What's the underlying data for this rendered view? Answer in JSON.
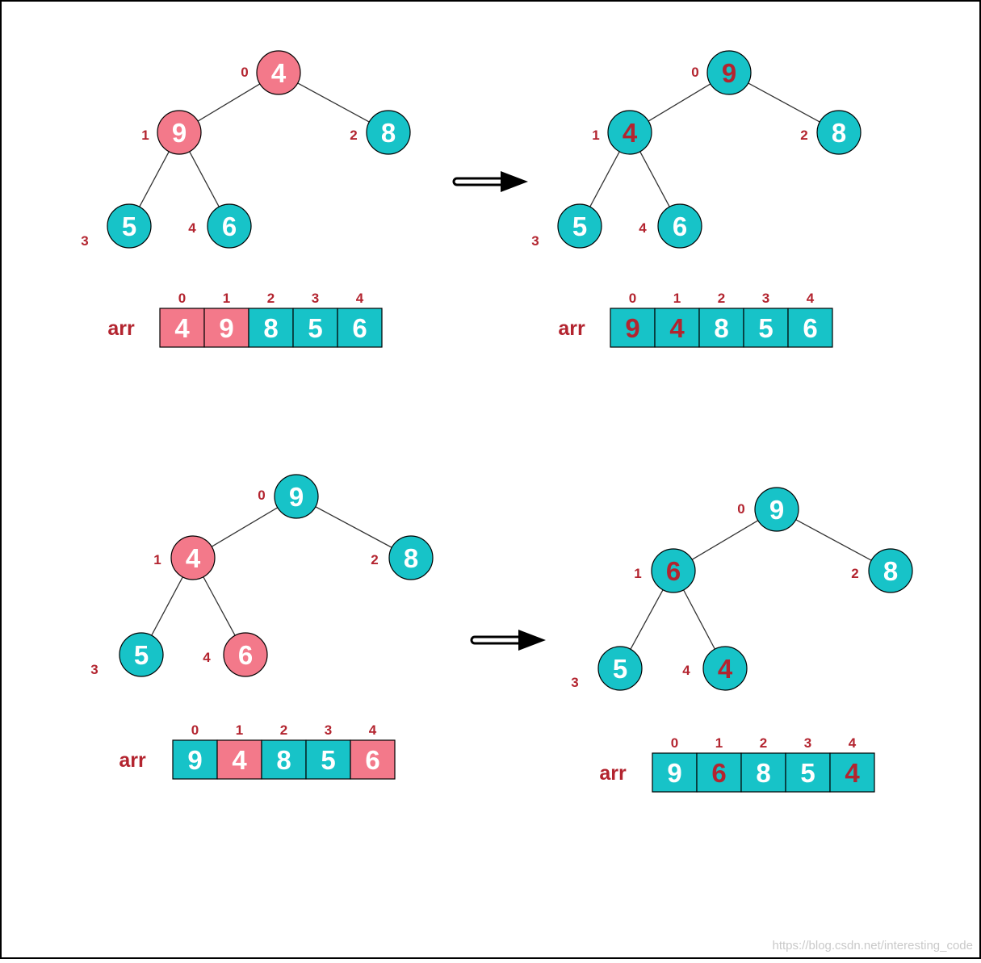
{
  "colors": {
    "pink": "#F3798A",
    "teal": "#17C3C8",
    "label_red": "#B3242F",
    "white": "#FFFFFF",
    "line": "#333333"
  },
  "array_label": "arr",
  "watermark": "https://blog.csdn.net/interesting_code",
  "panels": [
    {
      "nodes": [
        {
          "index": "0",
          "value": "4",
          "fill": "pink",
          "value_color": "white"
        },
        {
          "index": "1",
          "value": "9",
          "fill": "pink",
          "value_color": "white"
        },
        {
          "index": "2",
          "value": "8",
          "fill": "teal",
          "value_color": "white"
        },
        {
          "index": "3",
          "value": "5",
          "fill": "teal",
          "value_color": "white"
        },
        {
          "index": "4",
          "value": "6",
          "fill": "teal",
          "value_color": "white"
        }
      ],
      "array": [
        {
          "index": "0",
          "value": "4",
          "fill": "pink",
          "value_color": "white"
        },
        {
          "index": "1",
          "value": "9",
          "fill": "pink",
          "value_color": "white"
        },
        {
          "index": "2",
          "value": "8",
          "fill": "teal",
          "value_color": "white"
        },
        {
          "index": "3",
          "value": "5",
          "fill": "teal",
          "value_color": "white"
        },
        {
          "index": "4",
          "value": "6",
          "fill": "teal",
          "value_color": "white"
        }
      ]
    },
    {
      "nodes": [
        {
          "index": "0",
          "value": "9",
          "fill": "teal",
          "value_color": "label_red"
        },
        {
          "index": "1",
          "value": "4",
          "fill": "teal",
          "value_color": "label_red"
        },
        {
          "index": "2",
          "value": "8",
          "fill": "teal",
          "value_color": "white"
        },
        {
          "index": "3",
          "value": "5",
          "fill": "teal",
          "value_color": "white"
        },
        {
          "index": "4",
          "value": "6",
          "fill": "teal",
          "value_color": "white"
        }
      ],
      "array": [
        {
          "index": "0",
          "value": "9",
          "fill": "teal",
          "value_color": "label_red"
        },
        {
          "index": "1",
          "value": "4",
          "fill": "teal",
          "value_color": "label_red"
        },
        {
          "index": "2",
          "value": "8",
          "fill": "teal",
          "value_color": "white"
        },
        {
          "index": "3",
          "value": "5",
          "fill": "teal",
          "value_color": "white"
        },
        {
          "index": "4",
          "value": "6",
          "fill": "teal",
          "value_color": "white"
        }
      ]
    },
    {
      "nodes": [
        {
          "index": "0",
          "value": "9",
          "fill": "teal",
          "value_color": "white"
        },
        {
          "index": "1",
          "value": "4",
          "fill": "pink",
          "value_color": "white"
        },
        {
          "index": "2",
          "value": "8",
          "fill": "teal",
          "value_color": "white"
        },
        {
          "index": "3",
          "value": "5",
          "fill": "teal",
          "value_color": "white"
        },
        {
          "index": "4",
          "value": "6",
          "fill": "pink",
          "value_color": "white"
        }
      ],
      "array": [
        {
          "index": "0",
          "value": "9",
          "fill": "teal",
          "value_color": "white"
        },
        {
          "index": "1",
          "value": "4",
          "fill": "pink",
          "value_color": "white"
        },
        {
          "index": "2",
          "value": "8",
          "fill": "teal",
          "value_color": "white"
        },
        {
          "index": "3",
          "value": "5",
          "fill": "teal",
          "value_color": "white"
        },
        {
          "index": "4",
          "value": "6",
          "fill": "pink",
          "value_color": "white"
        }
      ]
    },
    {
      "nodes": [
        {
          "index": "0",
          "value": "9",
          "fill": "teal",
          "value_color": "white"
        },
        {
          "index": "1",
          "value": "6",
          "fill": "teal",
          "value_color": "label_red"
        },
        {
          "index": "2",
          "value": "8",
          "fill": "teal",
          "value_color": "white"
        },
        {
          "index": "3",
          "value": "5",
          "fill": "teal",
          "value_color": "white"
        },
        {
          "index": "4",
          "value": "4",
          "fill": "teal",
          "value_color": "label_red"
        }
      ],
      "array": [
        {
          "index": "0",
          "value": "9",
          "fill": "teal",
          "value_color": "white"
        },
        {
          "index": "1",
          "value": "6",
          "fill": "teal",
          "value_color": "label_red"
        },
        {
          "index": "2",
          "value": "8",
          "fill": "teal",
          "value_color": "white"
        },
        {
          "index": "3",
          "value": "5",
          "fill": "teal",
          "value_color": "white"
        },
        {
          "index": "4",
          "value": "4",
          "fill": "teal",
          "value_color": "label_red"
        }
      ]
    }
  ]
}
